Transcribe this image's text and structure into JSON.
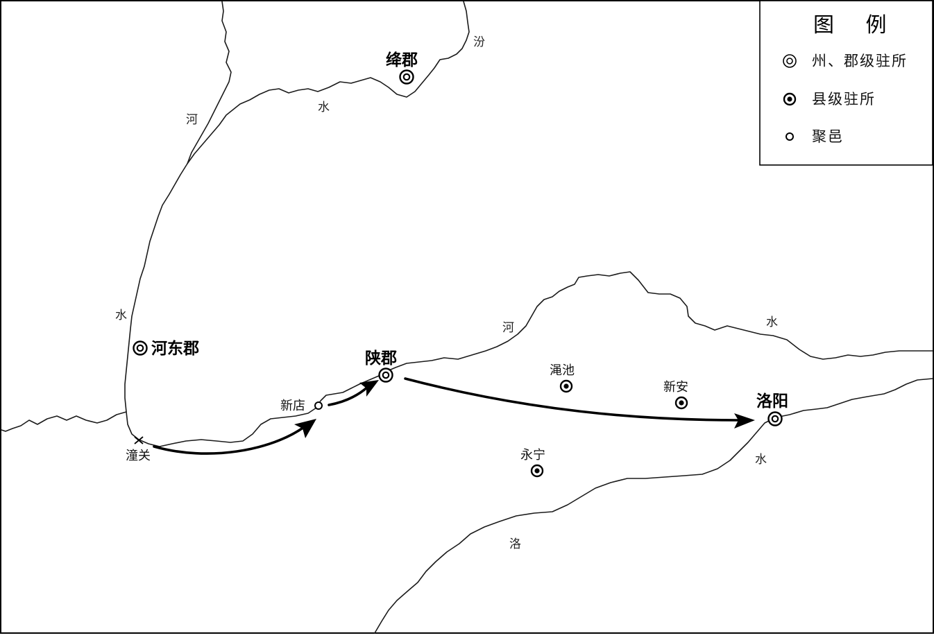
{
  "legend": {
    "title": "图  例",
    "items": [
      {
        "symbol": "prefecture-seat",
        "label": "州、郡级驻所"
      },
      {
        "symbol": "county-seat",
        "label": "县级驻所"
      },
      {
        "symbol": "settlement",
        "label": "聚邑"
      }
    ]
  },
  "rivers": {
    "fen_1": "汾",
    "fen_2": "水",
    "he_north_1": "河",
    "he_north_2": "水",
    "he_east_1": "河",
    "he_east_2": "水",
    "luo_1": "洛",
    "luo_2": "水"
  },
  "places": {
    "jiangjun": "绛郡",
    "hedongjun": "河东郡",
    "shanjun": "陕郡",
    "luoyang": "洛阳",
    "xindian": "新店",
    "tongguan": "潼关",
    "mianchi": "渑池",
    "xinan": "新安",
    "yongning": "永宁"
  },
  "symbol_types": {
    "jiangjun": "prefecture-seat",
    "hedongjun": "prefecture-seat",
    "shanjun": "prefecture-seat",
    "luoyang": "prefecture-seat",
    "mianchi": "county-seat",
    "xinan": "county-seat",
    "yongning": "county-seat",
    "xindian": "settlement",
    "tongguan": "pass-cross"
  },
  "route": {
    "stops": [
      "潼关",
      "新店",
      "陕郡",
      "洛阳"
    ]
  },
  "colors": {
    "ink": "#000000",
    "background": "#ffffff"
  }
}
